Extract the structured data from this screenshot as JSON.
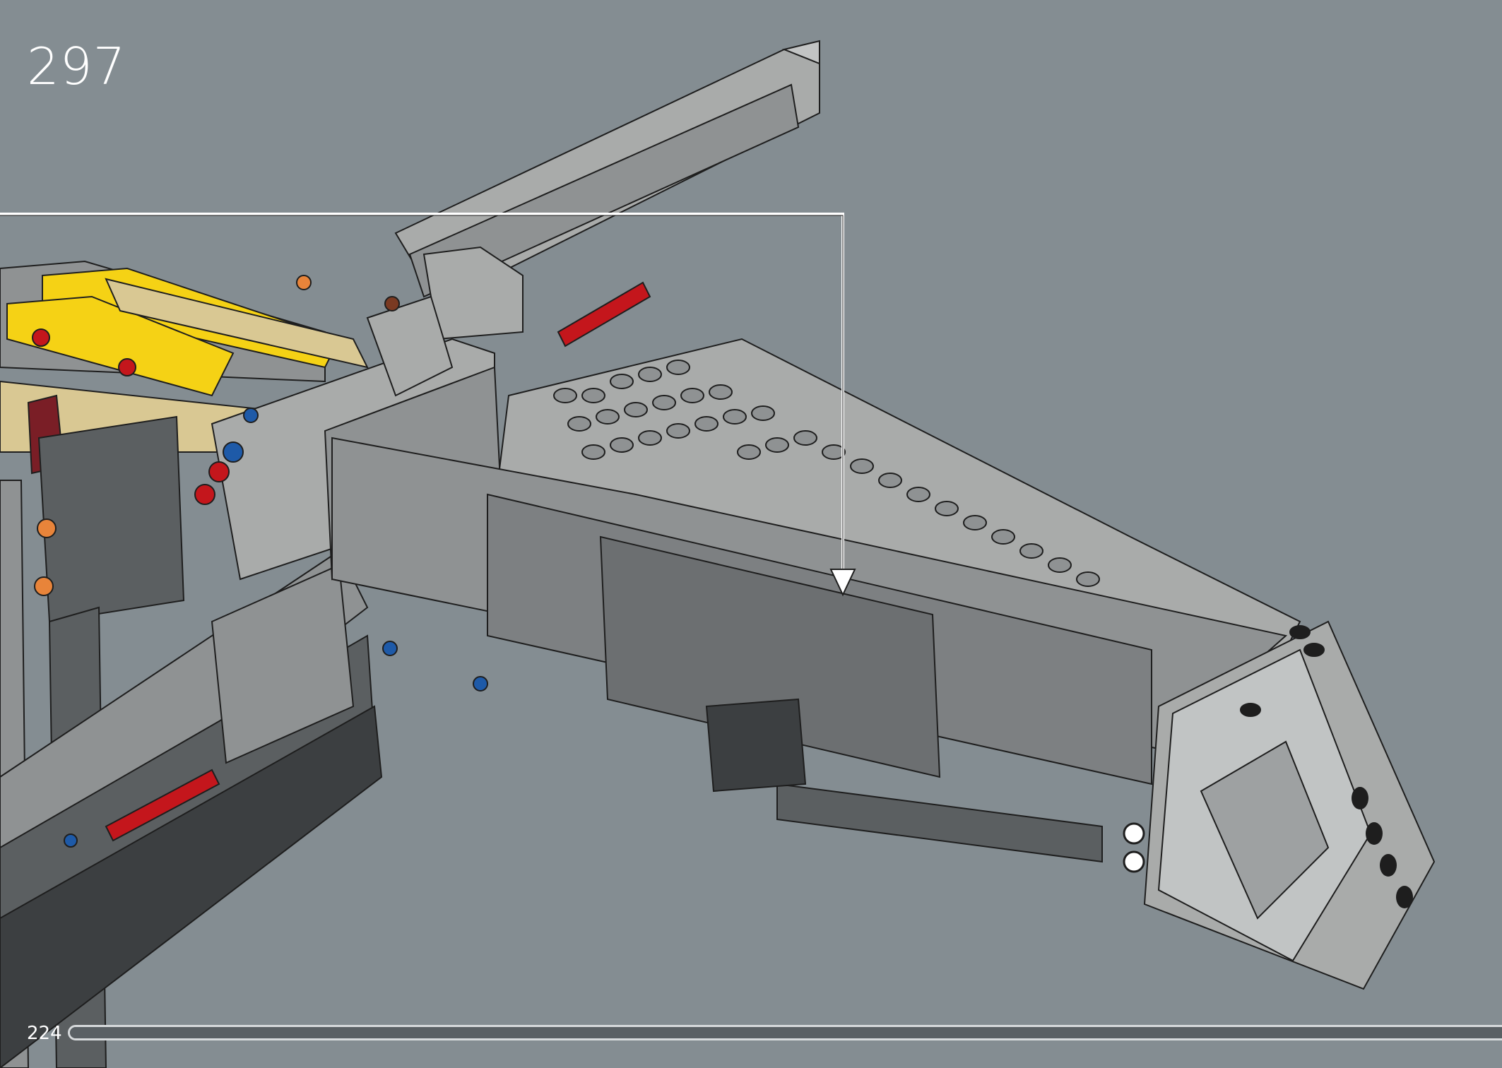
{
  "step": {
    "number": "297"
  },
  "footer": {
    "page_number": "224",
    "progress_fraction": 1.0
  },
  "colors": {
    "background": "#848d92",
    "light_gray": "#a9abaa",
    "mid_gray": "#8f9293",
    "dark_gray": "#5b5f61",
    "black": "#1e1e1e",
    "yellow": "#f5d215",
    "tan": "#d9c893",
    "red": "#c4161c",
    "blue": "#1e5aa8",
    "orange": "#e8843a",
    "dark_red": "#7a1e26",
    "callout_line": "#ffffff"
  },
  "icons": {
    "callout_arrow": "arrow-down-icon"
  }
}
